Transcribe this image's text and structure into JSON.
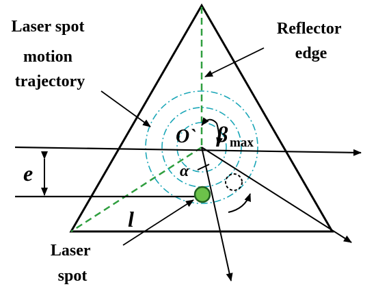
{
  "labels": {
    "trajectory": [
      "Laser spot",
      "motion",
      "trajectory"
    ],
    "reflector": [
      "Reflector",
      "edge"
    ],
    "spot": [
      "Laser",
      "spot"
    ],
    "origin": "O`",
    "beta": "β",
    "beta_sub": "max",
    "alpha": "α",
    "e": "e",
    "l": "l"
  },
  "colors": {
    "outline": "#000000",
    "dashed_green": "#2e9e3e",
    "trajectory_cyan": "#1aa6b7",
    "spot_fill": "#6cc24a",
    "spot_stroke": "#1f5e1f"
  }
}
